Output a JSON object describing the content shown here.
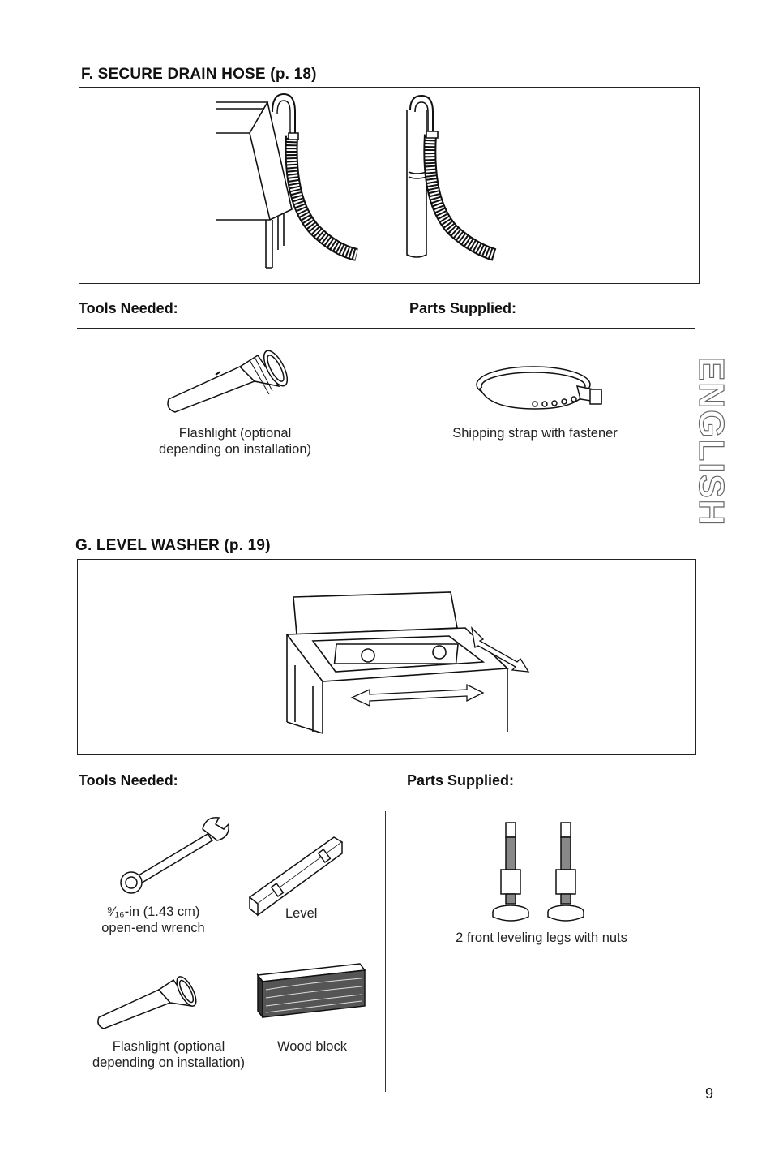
{
  "page": {
    "page_number": "9",
    "side_tab": "ENGLISH"
  },
  "section_f": {
    "title": "F. SECURE DRAIN HOSE (p. 18)",
    "tools_heading": "Tools Needed:",
    "parts_heading": "Parts Supplied:",
    "tools": [
      {
        "icon": "flashlight-icon",
        "caption": "Flashlight (optional\ndepending on installation)"
      }
    ],
    "parts": [
      {
        "icon": "shipping-strap-icon",
        "caption": "Shipping strap with fastener"
      }
    ]
  },
  "section_g": {
    "title": "G. LEVEL WASHER (p. 19)",
    "tools_heading": "Tools Needed:",
    "parts_heading": "Parts Supplied:",
    "tools": [
      {
        "icon": "wrench-icon",
        "caption": "⁹⁄₁₆-in (1.43 cm)\nopen-end wrench"
      },
      {
        "icon": "level-icon",
        "caption": "Level"
      },
      {
        "icon": "flashlight-icon",
        "caption": "Flashlight (optional\ndepending on installation)"
      },
      {
        "icon": "wood-block-icon",
        "caption": "Wood block"
      }
    ],
    "parts": [
      {
        "icon": "leveling-legs-icon",
        "caption": "2 front leveling legs with nuts"
      }
    ]
  }
}
